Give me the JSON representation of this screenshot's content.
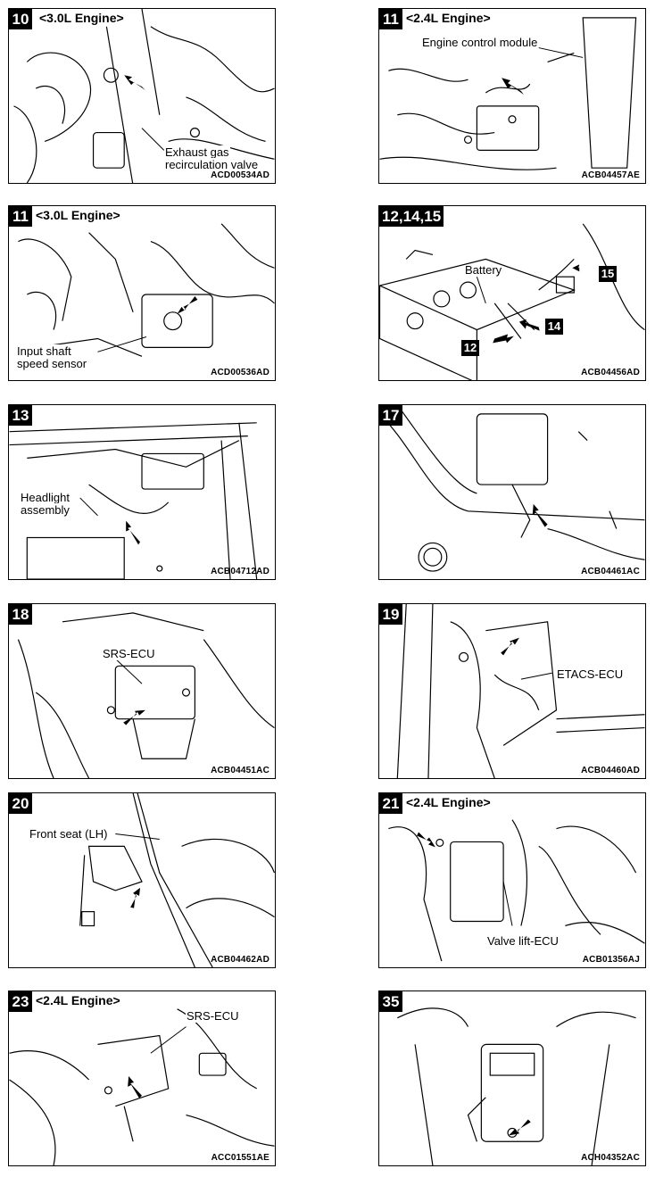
{
  "panels": [
    {
      "num": "10",
      "engine": "<3.0L Engine>",
      "code": "ACD00534AD",
      "labels": [
        "Exhaust gas",
        "recirculation valve"
      ]
    },
    {
      "num": "11",
      "engine": "<2.4L Engine>",
      "code": "ACB04457AE",
      "labels": [
        "Engine control module"
      ]
    },
    {
      "num": "11",
      "engine": "<3.0L Engine>",
      "code": "ACD00536AD",
      "labels": [
        "Input shaft",
        "speed sensor"
      ]
    },
    {
      "num": "12,14,15",
      "engine": "",
      "code": "ACB04456AD",
      "labels": [
        "Battery"
      ],
      "callouts": [
        "12",
        "14",
        "15"
      ]
    },
    {
      "num": "13",
      "engine": "",
      "code": "ACB04712AD",
      "labels": [
        "Headlight",
        "assembly"
      ]
    },
    {
      "num": "17",
      "engine": "",
      "code": "ACB04461AC",
      "labels": []
    },
    {
      "num": "18",
      "engine": "",
      "code": "ACB04451AC",
      "labels": [
        "SRS-ECU"
      ]
    },
    {
      "num": "19",
      "engine": "",
      "code": "ACB04460AD",
      "labels": [
        "ETACS-ECU"
      ]
    },
    {
      "num": "20",
      "engine": "",
      "code": "ACB04462AD",
      "labels": [
        "Front seat (LH)"
      ]
    },
    {
      "num": "21",
      "engine": "<2.4L Engine>",
      "code": "ACB01356AJ",
      "labels": [
        "Valve lift-ECU"
      ]
    },
    {
      "num": "23",
      "engine": "<2.4L Engine>",
      "code": "ACC01551AE",
      "labels": [
        "SRS-ECU"
      ]
    },
    {
      "num": "35",
      "engine": "",
      "code": "ACH04352AC",
      "labels": []
    }
  ]
}
